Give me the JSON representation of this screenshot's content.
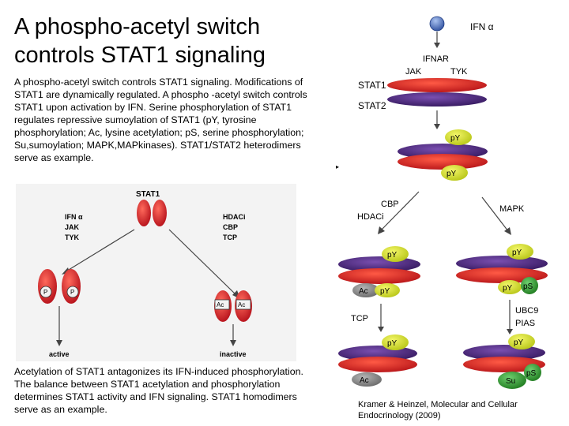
{
  "title": "A phospho-acetyl switch controls STAT1 signaling",
  "description_top": "A phospho-acetyl switch controls STAT1 signaling. Modifications of STAT1 are dynamically regulated. A phospho -acetyl switch controls STAT1 upon activation by IFN. Serine phosphorylation of STAT1 regulates repressive sumoylation of STAT1 (pY, tyrosine phosphorylation; Ac, lysine acetylation; pS, serine phosphorylation; Su,sumoylation; MAPK,MAPkinases). STAT1/STAT2 heterodimers serve as example.",
  "description_bottom": "Acetylation of STAT1 antagonizes its IFN-induced phosphorylation. The balance between STAT1 acetylation and phosphorylation determines STAT1 activity and IFN signaling. STAT1 homodimers serve as an example.",
  "credit": "Kramer & Heinzel, Molecular and Cellular Endocrinology (2009)",
  "left_figure": {
    "stat1": "STAT1",
    "activators": [
      "IFN α",
      "JAK",
      "TYK"
    ],
    "inhibitors": [
      "HDACi",
      "CBP",
      "TCP"
    ],
    "p_left": "P",
    "p_right": "P",
    "ac_left": "Ac",
    "ac_right": "Ac",
    "active": "active",
    "inactive": "inactive"
  },
  "right_figure": {
    "ifn": "IFN α",
    "ifnar": "IFNAR",
    "jak": "JAK",
    "tyk": "TYK",
    "stat1": "STAT1",
    "stat2": "STAT2",
    "py": "pY",
    "ps": "pS",
    "ac": "Ac",
    "su": "Su",
    "cbp": "CBP",
    "hdaci": "HDACi",
    "mapk": "MAPK",
    "tcp": "TCP",
    "ubc9": "UBC9",
    "pias": "PIAS"
  },
  "colors": {
    "stat_red": "#d4121a",
    "stat_purple": "#4b1f7a",
    "py_green": "#d6e21a",
    "ac_gray": "#8a8a8a",
    "su_green": "#2f9a2f",
    "ps_green": "#5fae3a",
    "receptor_blue": "#3f63b8"
  }
}
